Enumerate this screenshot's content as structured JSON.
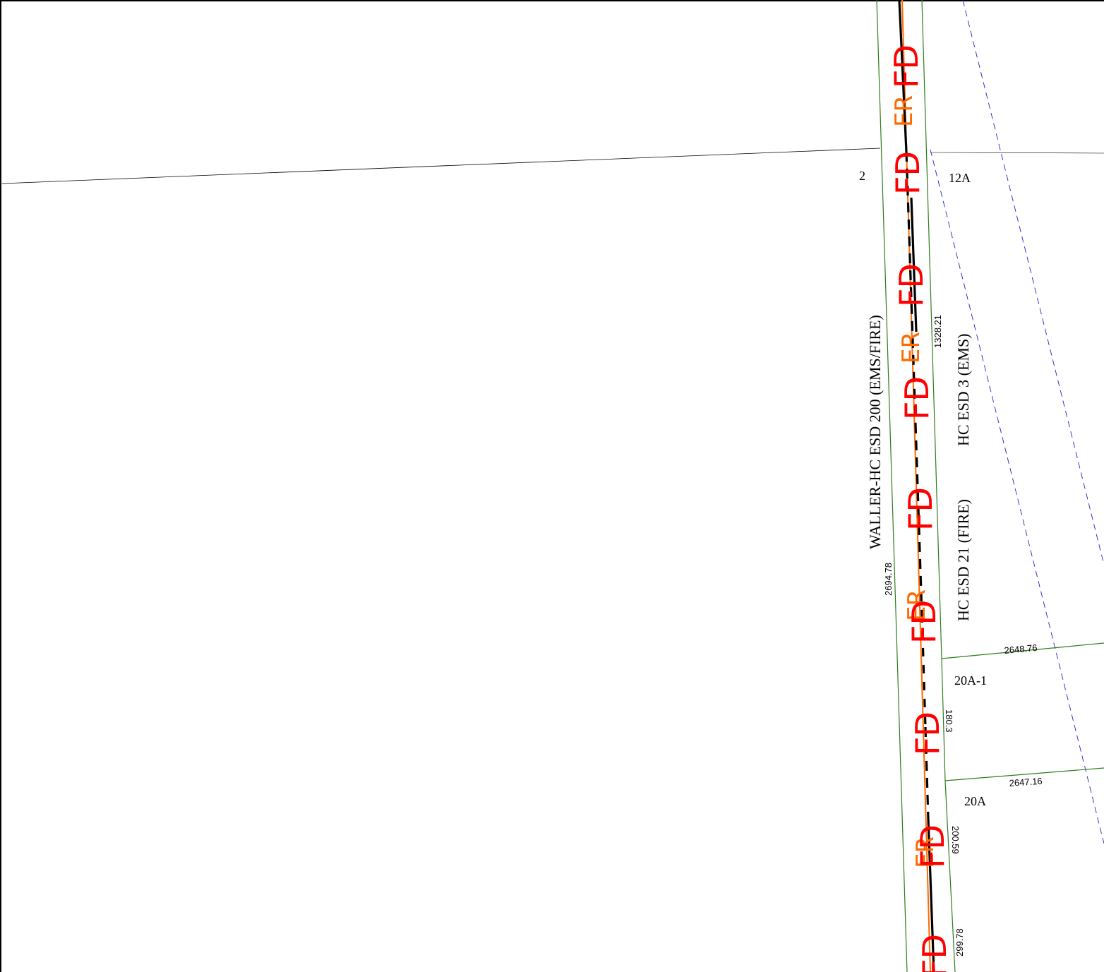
{
  "map": {
    "district_labels": {
      "west": "WALLER-HC ESD 200 (EMS/FIRE)",
      "east_ems": "HC ESD 3 (EMS)",
      "east_fire": "HC ESD 21 (FIRE)"
    },
    "parcel_labels": {
      "p2": "2",
      "p12a": "12A",
      "p20a1": "20A-1",
      "p20a": "20A"
    },
    "dimension_labels": {
      "d2694": "2694.78",
      "d1328": "1328.21",
      "d2648": "2648.76",
      "d180": "180.3",
      "d2647": "2647.16",
      "d200": "200.59",
      "d299": "299.78"
    },
    "symbols": {
      "fd": "FD",
      "er": "ER",
      "erfd": "ERFD",
      "fder": "FDER"
    },
    "colors": {
      "parcel_line": "#2e7d1a",
      "road_center": "#000000",
      "road_offset": "#ff6a00",
      "fd_symbol": "#ff0000",
      "er_symbol": "#ff6a00",
      "district_boundary": "#2222cc",
      "grid_line": "#000000"
    }
  }
}
